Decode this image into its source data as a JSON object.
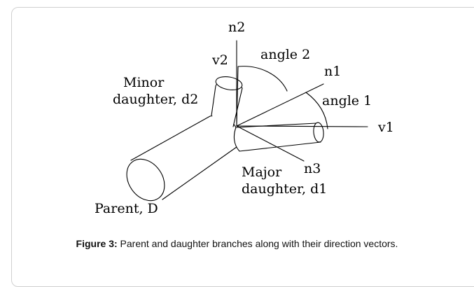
{
  "figure": {
    "labels": {
      "n2": "n2",
      "v2": "v2",
      "angle2": "angle 2",
      "n1": "n1",
      "minor_line1": "Minor",
      "minor_line2": "daughter, d2",
      "angle1": "angle 1",
      "v1": "v1",
      "n3": "n3",
      "major_line1": "Major",
      "major_line2": "daughter, d1",
      "parent": "Parent, D"
    },
    "caption": {
      "label": "Figure 3:",
      "text": " Parent and daughter branches along with their direction vectors."
    }
  }
}
